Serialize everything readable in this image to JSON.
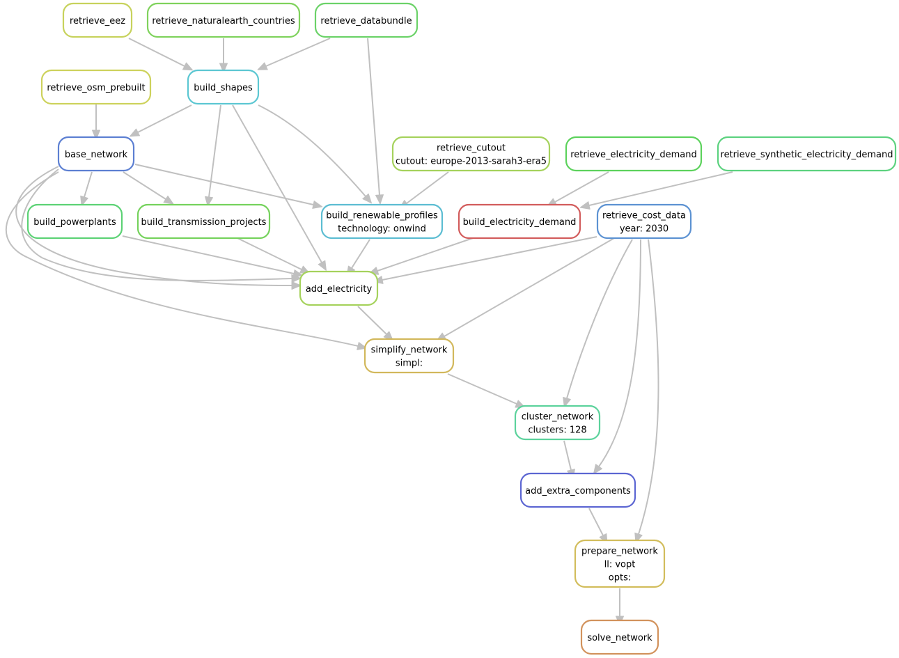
{
  "nodes": [
    {
      "id": "retrieve_eez",
      "lines": [
        "retrieve_eez"
      ],
      "color": "#c7d25c"
    },
    {
      "id": "retrieve_naturalearth_countries",
      "lines": [
        "retrieve_naturalearth_countries"
      ],
      "color": "#7fd25c"
    },
    {
      "id": "retrieve_databundle",
      "lines": [
        "retrieve_databundle"
      ],
      "color": "#6bd268"
    },
    {
      "id": "build_shapes",
      "lines": [
        "build_shapes"
      ],
      "color": "#5cc7d2"
    },
    {
      "id": "retrieve_osm_prebuilt",
      "lines": [
        "retrieve_osm_prebuilt"
      ],
      "color": "#cdd25c"
    },
    {
      "id": "base_network",
      "lines": [
        "base_network"
      ],
      "color": "#5c7fd2"
    },
    {
      "id": "retrieve_cutout",
      "lines": [
        "retrieve_cutout",
        "cutout: europe-2013-sarah3-era5"
      ],
      "color": "#a5d25c"
    },
    {
      "id": "retrieve_electricity_demand",
      "lines": [
        "retrieve_electricity_demand"
      ],
      "color": "#5cd25c"
    },
    {
      "id": "retrieve_synthetic_electricity_demand",
      "lines": [
        "retrieve_synthetic_electricity_demand"
      ],
      "color": "#5cd27f"
    },
    {
      "id": "build_powerplants",
      "lines": [
        "build_powerplants"
      ],
      "color": "#5cd275"
    },
    {
      "id": "build_transmission_projects",
      "lines": [
        "build_transmission_projects"
      ],
      "color": "#75d25c"
    },
    {
      "id": "build_renewable_profiles",
      "lines": [
        "build_renewable_profiles",
        "technology: onwind"
      ],
      "color": "#5cbdd2"
    },
    {
      "id": "build_electricity_demand",
      "lines": [
        "build_electricity_demand"
      ],
      "color": "#d25c5c"
    },
    {
      "id": "retrieve_cost_data",
      "lines": [
        "retrieve_cost_data",
        "year: 2030"
      ],
      "color": "#5c92d2"
    },
    {
      "id": "add_electricity",
      "lines": [
        "add_electricity"
      ],
      "color": "#a5d25c"
    },
    {
      "id": "simplify_network",
      "lines": [
        "simplify_network",
        "simpl: "
      ],
      "color": "#d2b85c"
    },
    {
      "id": "cluster_network",
      "lines": [
        "cluster_network",
        "clusters: 128"
      ],
      "color": "#5cd29c"
    },
    {
      "id": "add_extra_components",
      "lines": [
        "add_extra_components"
      ],
      "color": "#5c66d2"
    },
    {
      "id": "prepare_network",
      "lines": [
        "prepare_network",
        "ll: vopt",
        "opts: "
      ],
      "color": "#d2bd5c"
    },
    {
      "id": "solve_network",
      "lines": [
        "solve_network"
      ],
      "color": "#d2925c"
    }
  ],
  "edges": [
    [
      "retrieve_eez",
      "build_shapes"
    ],
    [
      "retrieve_naturalearth_countries",
      "build_shapes"
    ],
    [
      "retrieve_databundle",
      "build_shapes"
    ],
    [
      "retrieve_databundle",
      "build_renewable_profiles"
    ],
    [
      "retrieve_osm_prebuilt",
      "base_network"
    ],
    [
      "build_shapes",
      "base_network"
    ],
    [
      "build_shapes",
      "build_transmission_projects"
    ],
    [
      "build_shapes",
      "add_electricity"
    ],
    [
      "build_shapes",
      "build_renewable_profiles"
    ],
    [
      "base_network",
      "build_powerplants"
    ],
    [
      "base_network",
      "build_transmission_projects"
    ],
    [
      "base_network",
      "build_renewable_profiles"
    ],
    [
      "base_network",
      "add_electricity"
    ],
    [
      "base_network",
      "add_electricity"
    ],
    [
      "base_network",
      "simplify_network"
    ],
    [
      "retrieve_cutout",
      "build_renewable_profiles"
    ],
    [
      "retrieve_electricity_demand",
      "build_electricity_demand"
    ],
    [
      "retrieve_synthetic_electricity_demand",
      "build_electricity_demand"
    ],
    [
      "build_powerplants",
      "add_electricity"
    ],
    [
      "build_transmission_projects",
      "add_electricity"
    ],
    [
      "build_renewable_profiles",
      "add_electricity"
    ],
    [
      "build_electricity_demand",
      "add_electricity"
    ],
    [
      "retrieve_cost_data",
      "add_electricity"
    ],
    [
      "retrieve_cost_data",
      "simplify_network"
    ],
    [
      "retrieve_cost_data",
      "cluster_network"
    ],
    [
      "retrieve_cost_data",
      "add_extra_components"
    ],
    [
      "retrieve_cost_data",
      "prepare_network"
    ],
    [
      "add_electricity",
      "simplify_network"
    ],
    [
      "simplify_network",
      "cluster_network"
    ],
    [
      "cluster_network",
      "add_extra_components"
    ],
    [
      "add_extra_components",
      "prepare_network"
    ],
    [
      "prepare_network",
      "solve_network"
    ]
  ],
  "edge_color": "#c0c0c0"
}
